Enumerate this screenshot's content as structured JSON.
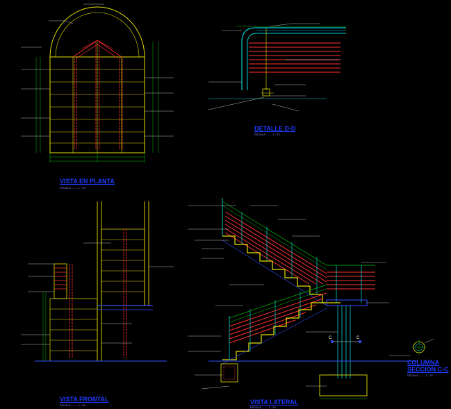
{
  "colors": {
    "background": "#000000",
    "title": "#1e3cff",
    "frame": "#e6e000",
    "handrail": "#ff3030",
    "structure": "#00d0d0",
    "dimension": "#00c000",
    "annotation": "#ffffff",
    "section": "#3050ff"
  },
  "views": {
    "plan": {
      "title": "VISTA EN PLANTA",
      "scale": "ESCALA ........ 1 : 20"
    },
    "detail": {
      "title": "DETALLE D-D",
      "scale": "ESCALA ........ 1 : 20"
    },
    "front": {
      "title": "VISTA FRONTAL",
      "scale": "ESCALA ........ 1 : 20"
    },
    "lateral": {
      "title": "VISTA LATERAL",
      "scale": "ESCALA ........ 1 : 20"
    },
    "column": {
      "title_line1": "COLUMNA",
      "title_line2": "SECCION C-C",
      "scale": "ESCALA ........ 1 : 20"
    }
  },
  "section_marks": {
    "cut_left": "C",
    "cut_right": "C"
  }
}
